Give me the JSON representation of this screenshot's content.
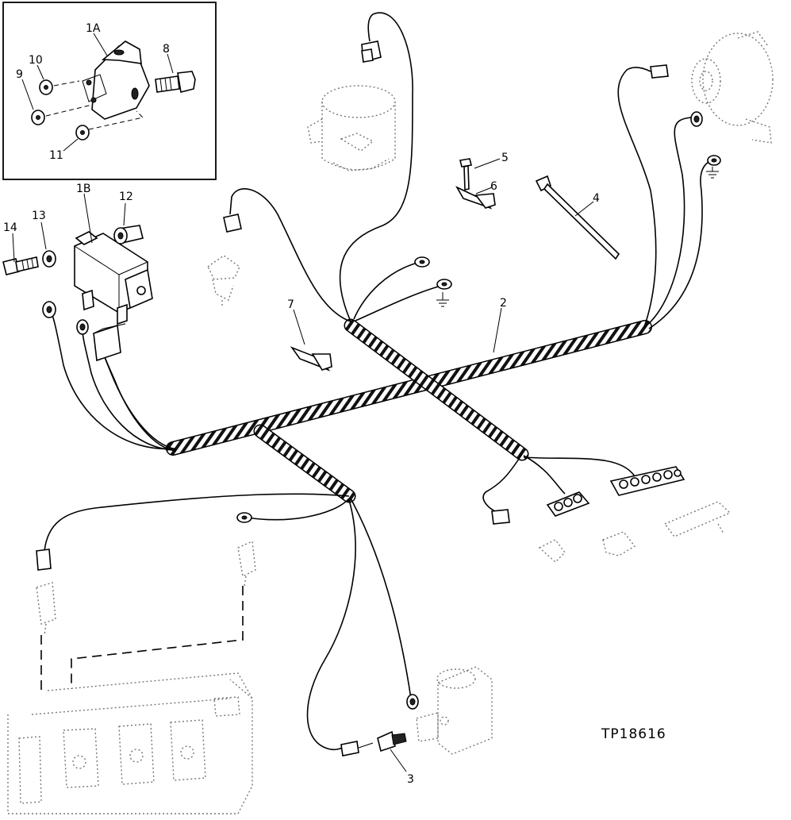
{
  "figure_id": "TP18616",
  "callouts": {
    "c1A": "1A",
    "c1B": "1B",
    "c2": "2",
    "c3": "3",
    "c4": "4",
    "c5": "5",
    "c6": "6",
    "c7": "7",
    "c8": "8",
    "c9": "9",
    "c10": "10",
    "c11": "11",
    "c12": "12",
    "c13": "13",
    "c14": "14"
  },
  "colors": {
    "line": "#000000",
    "ghost": "#777777",
    "background": "#ffffff"
  }
}
